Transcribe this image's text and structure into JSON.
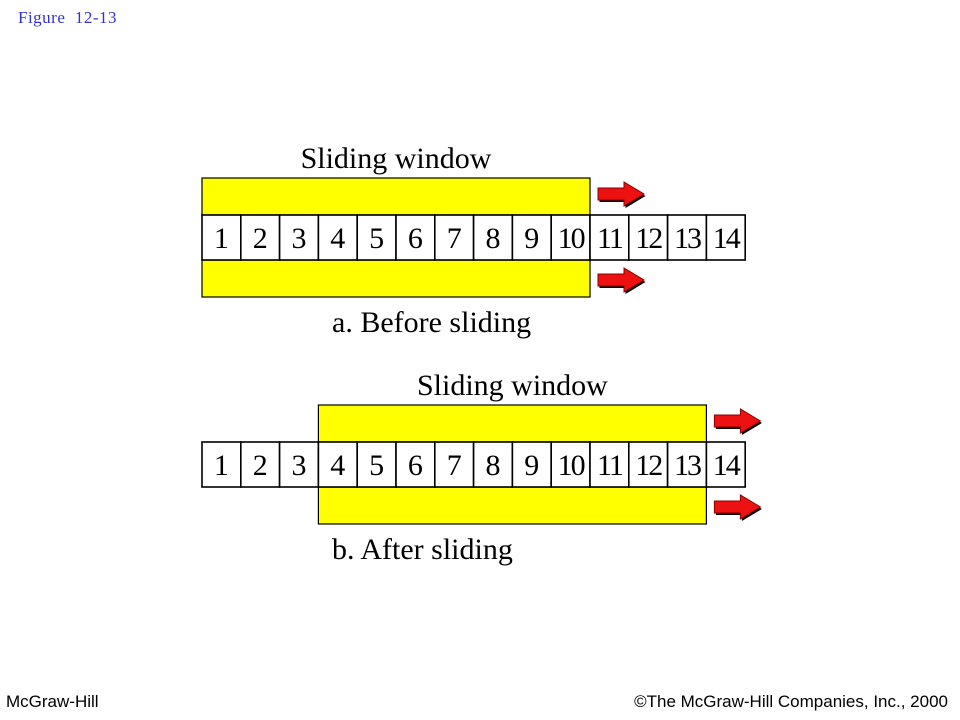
{
  "figure_label": "Figure  12-13",
  "footer": {
    "publisher": "McGraw-Hill",
    "copyright": "©The McGraw-Hill Companies, Inc., 2000"
  },
  "sequence_numbers": [
    "1",
    "2",
    "3",
    "4",
    "5",
    "6",
    "7",
    "8",
    "9",
    "10",
    "11",
    "12",
    "13",
    "14"
  ],
  "panels": [
    {
      "window_title": "Sliding window",
      "caption": "a. Before sliding",
      "window_start": 1,
      "window_end": 10
    },
    {
      "window_title": "Sliding window",
      "caption": "b. After sliding",
      "window_start": 4,
      "window_end": 13
    }
  ],
  "colors": {
    "window_fill": "#ffff00",
    "arrow_fill": "#ee1111",
    "cell_border": "#000000"
  }
}
